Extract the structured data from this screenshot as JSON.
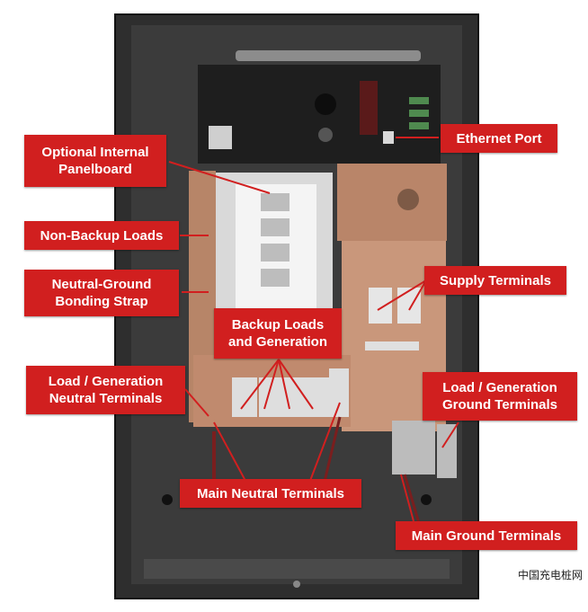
{
  "labels": {
    "optional_internal_panelboard": "Optional Internal\nPanelboard",
    "ethernet_port": "Ethernet Port",
    "non_backup_loads": "Non-Backup Loads",
    "neutral_ground_bonding_strap": "Neutral-Ground\nBonding Strap",
    "supply_terminals": "Supply Terminals",
    "backup_loads_and_generation": "Backup Loads\nand Generation",
    "load_generation_neutral_terminals": "Load / Generation\nNeutral Terminals",
    "load_generation_ground_terminals": "Load / Generation\nGround Terminals",
    "main_neutral_terminals": "Main Neutral Terminals",
    "main_ground_terminals": "Main Ground Terminals"
  },
  "watermark": "中国充电桩网",
  "colors": {
    "label_bg": "#d11f1f",
    "enclosure": "#2b2b2b",
    "copper": "#c08a6e"
  }
}
